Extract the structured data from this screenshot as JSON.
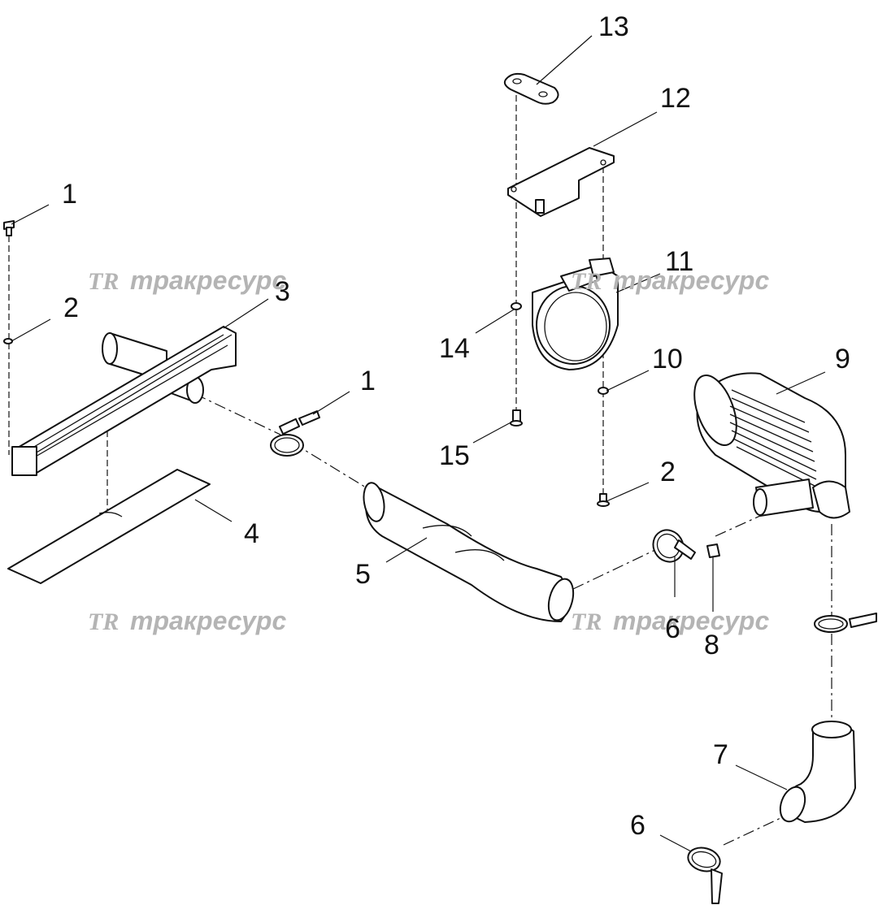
{
  "watermark": {
    "logo": "TR",
    "text": "тракресурс",
    "color": "#b4b4b4"
  },
  "callouts": [
    {
      "id": "c1a",
      "label": "1"
    },
    {
      "id": "c2a",
      "label": "2"
    },
    {
      "id": "c3",
      "label": "3"
    },
    {
      "id": "c4",
      "label": "4"
    },
    {
      "id": "c1b",
      "label": "1"
    },
    {
      "id": "c5",
      "label": "5"
    },
    {
      "id": "c13",
      "label": "13"
    },
    {
      "id": "c12",
      "label": "12"
    },
    {
      "id": "c11",
      "label": "11"
    },
    {
      "id": "c14",
      "label": "14"
    },
    {
      "id": "c10",
      "label": "10"
    },
    {
      "id": "c15",
      "label": "15"
    },
    {
      "id": "c9",
      "label": "9"
    },
    {
      "id": "c2b",
      "label": "2"
    },
    {
      "id": "c6a",
      "label": "6"
    },
    {
      "id": "c8",
      "label": "8"
    },
    {
      "id": "c7",
      "label": "7"
    },
    {
      "id": "c6b",
      "label": "6"
    }
  ]
}
